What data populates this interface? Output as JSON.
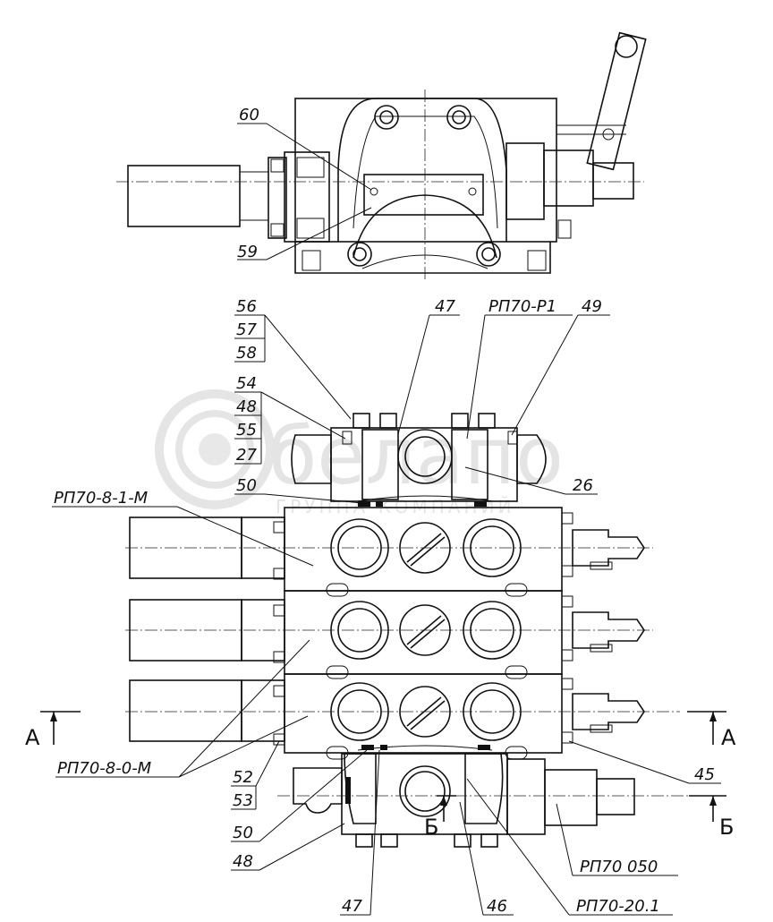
{
  "labels": {
    "l60": "60",
    "l59": "59",
    "l56": "56",
    "l57": "57",
    "l58": "58",
    "l54": "54",
    "l48a": "48",
    "l55": "55",
    "l27": "27",
    "l47a": "47",
    "rp70p1": "РП70-Р1",
    "l49": "49",
    "l26": "26",
    "rp70_8_1_m": "РП70-8-1-М",
    "l50a": "50",
    "rp70_8_0_m": "РП70-8-0-М",
    "l52": "52",
    "l53": "53",
    "l45": "45",
    "l50b": "50",
    "l48b": "48",
    "l47b": "47",
    "l46": "46",
    "rp70_050": "РП70 050",
    "rp70_20_1": "РП70-20.1"
  },
  "sections": {
    "a_left": "А",
    "a_right": "А",
    "b_left": "Б",
    "b_right": "Б"
  },
  "watermark": {
    "brand": "белапо",
    "tagline": "ГРУППА КОМПАНИЙ"
  }
}
